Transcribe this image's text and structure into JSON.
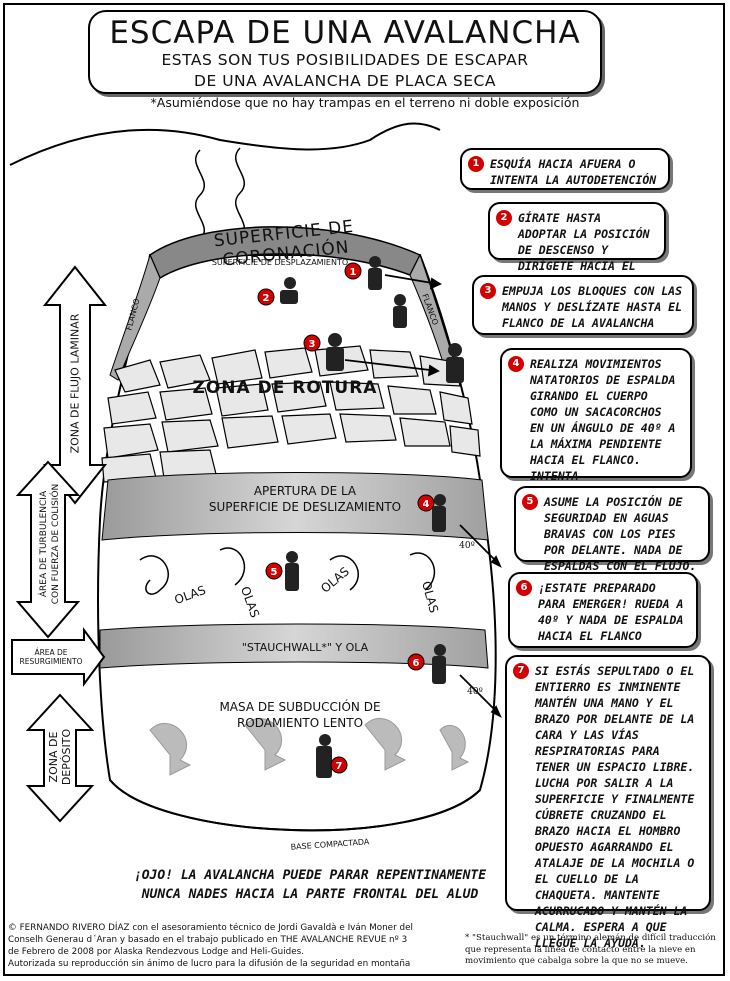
{
  "title": {
    "main": "ESCAPA DE UNA AVALANCHA",
    "sub1": "ESTAS SON TUS POSIBILIDADES DE ESCAPAR",
    "sub2": "DE UNA AVALANCHA DE PLACA SECA"
  },
  "note": "*Asumiéndose que no hay trampas en el terreno ni doble exposición",
  "steps": [
    {
      "n": "1",
      "text": "ESQUÍA HACIA AFUERA O INTENTA LA AUTODETENCIÓN"
    },
    {
      "n": "2",
      "text": "GÍRATE HASTA ADOPTAR LA POSICIÓN DE DESCENSO Y DIRÍGETE HACIA EL FLANCO"
    },
    {
      "n": "3",
      "text": "EMPUJA LOS BLOQUES CON LAS MANOS Y DESLÍZATE HASTA EL FLANCO DE LA AVALANCHA"
    },
    {
      "n": "4",
      "text": "REALIZA MOVIMIENTOS NATATORIOS DE ESPALDA GIRANDO EL CUERPO COMO UN SACACORCHOS EN UN ÁNGULO DE 40º A LA MÁXIMA PENDIENTE HACIA EL FLANCO. INTENTA AUTODETENERTE."
    },
    {
      "n": "5",
      "text": "ASUME LA POSICIÓN DE SEGURIDAD EN AGUAS BRAVAS CON LOS PIES POR DELANTE. NADA DE ESPALDAS CON EL FLUJO."
    },
    {
      "n": "6",
      "text": "¡ESTATE PREPARADO PARA EMERGER! RUEDA A 40º Y NADA DE ESPALDA HACIA EL FLANCO"
    },
    {
      "n": "7",
      "text": "SI ESTÁS SEPULTADO O EL ENTIERRO ES INMINENTE MANTÉN UNA MANO Y EL BRAZO POR DELANTE DE LA CARA Y LAS VÍAS RESPIRATORIAS PARA TENER UN ESPACIO LIBRE. LUCHA POR SALIR A LA SUPERFICIE Y FINALMENTE CÚBRETE CRUZANDO EL BRAZO HACIA EL HOMBRO OPUESTO AGARRANDO EL ATALAJE DE LA MOCHILA O EL CUELLO DE LA CHAQUETA. MANTENTE ACURRUCADO Y MANTÉN LA CALMA. ESPERA A QUE LLEGUE LA AYUDA."
    }
  ],
  "zones": {
    "coronacion": "SUPERFICIE DE CORONACIÓN",
    "desplazamiento": "SUPERFICIE DE DESPLAZAMIENTO",
    "flanco": "FLANCO",
    "rotura": "ZONA DE ROTURA",
    "apertura1": "APERTURA DE LA",
    "apertura2": "SUPERFICIE DE DESLIZAMIENTO",
    "olas": "OLAS",
    "stauchwall": "\"STAUCHWALL*\" Y OLA",
    "masa1": "MASA DE SUBDUCCIÓN DE",
    "masa2": "RODAMIENTO LENTO",
    "base": "BASE COMPACTADA",
    "angle": "40º"
  },
  "side": {
    "laminar": "ZONA DE FLUJO LAMINAR",
    "turb1": "ÁREA DE TURBULENCIA",
    "turb2": "CON FUERZA DE COLISIÓN",
    "resurg1": "ÁREA DE",
    "resurg2": "RESURGIMIENTO",
    "dep1": "ZONA DE",
    "dep2": "DEPÓSITO"
  },
  "warning1": "¡OJO! LA AVALANCHA PUEDE PARAR REPENTINAMENTE",
  "warning2": "NUNCA NADES HACIA LA PARTE FRONTAL DEL ALUD",
  "credits": [
    "© FERNANDO RIVERO DÍAZ con el asesoramiento técnico de Jordi Gavaldà e Iván Moner del",
    "Conselh Generau d´Aran y basado en el trabajo publicado en THE AVALANCHE REVUE nº 3",
    "de Febrero de 2008 por Alaska Rendezvous Lodge and Heli-Guides.",
    "Autorizada su reproducción sin ánimo de lucro para la difusión de la seguridad en montaña"
  ],
  "footnote": "* \"Stauchwall\" es un término alemán de difícil traducción que representa la línea de contacto entre la nieve en movimiento que cabalga sobre la que no se mueve.",
  "colors": {
    "accent": "#d40000",
    "band": "#bdbdbd",
    "dark": "#8a8a8a"
  }
}
